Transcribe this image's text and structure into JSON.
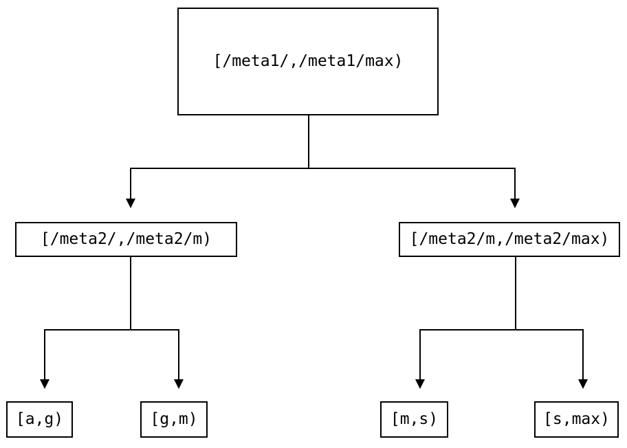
{
  "diagram": {
    "title": "interval-partition-tree",
    "background_color": "#ffffff",
    "line_color": "#000000",
    "text_color": "#000000",
    "nodes": {
      "root": {
        "label": "[/meta1/,/meta1/max)"
      },
      "mid_left": {
        "label": "[/meta2/,/meta2/m)"
      },
      "mid_right": {
        "label": "[/meta2/m,/meta2/max)"
      },
      "leaf_1": {
        "label": "[a,g)"
      },
      "leaf_2": {
        "label": "[g,m)"
      },
      "leaf_3": {
        "label": "[m,s)"
      },
      "leaf_4": {
        "label": "[s,max)"
      }
    },
    "edges": [
      {
        "from": "root",
        "to": "mid_left",
        "arrow": "down-triangle"
      },
      {
        "from": "root",
        "to": "mid_right",
        "arrow": "down-triangle"
      },
      {
        "from": "mid_left",
        "to": "leaf_1",
        "arrow": "down-triangle"
      },
      {
        "from": "mid_left",
        "to": "leaf_2",
        "arrow": "down-triangle"
      },
      {
        "from": "mid_right",
        "to": "leaf_3",
        "arrow": "down-triangle"
      },
      {
        "from": "mid_right",
        "to": "leaf_4",
        "arrow": "down-triangle"
      }
    ]
  }
}
